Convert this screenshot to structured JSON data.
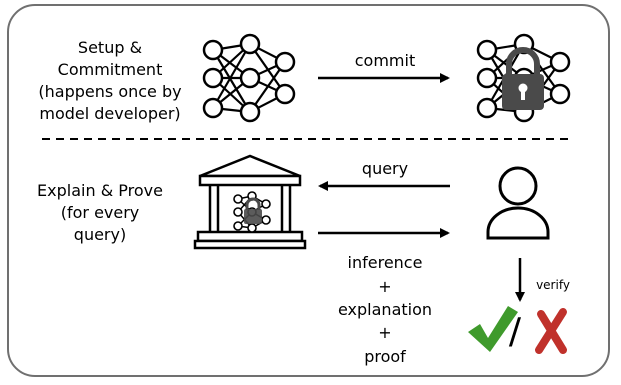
{
  "setup": {
    "label": "Setup &\nCommitment\n(happens once by\nmodel developer)",
    "arrow_label": "commit"
  },
  "explain": {
    "label": "Explain & Prove\n(for every\nquery)",
    "query_label": "query",
    "response_lines": [
      "inference",
      "+",
      "explanation",
      "+",
      "proof"
    ],
    "verify_label": "verify",
    "result_separator": "/"
  },
  "icons": {
    "model": "neural-network-icon",
    "committed_model": "locked-neural-network-icon",
    "institution": "bank-building-icon",
    "user": "user-icon",
    "valid": "check-mark-icon",
    "invalid": "cross-mark-icon"
  },
  "colors": {
    "check": "#3f9a2c",
    "cross": "#c0312b",
    "lock": "#4a4a4a",
    "divider": "#000000",
    "frame": "#707070"
  }
}
